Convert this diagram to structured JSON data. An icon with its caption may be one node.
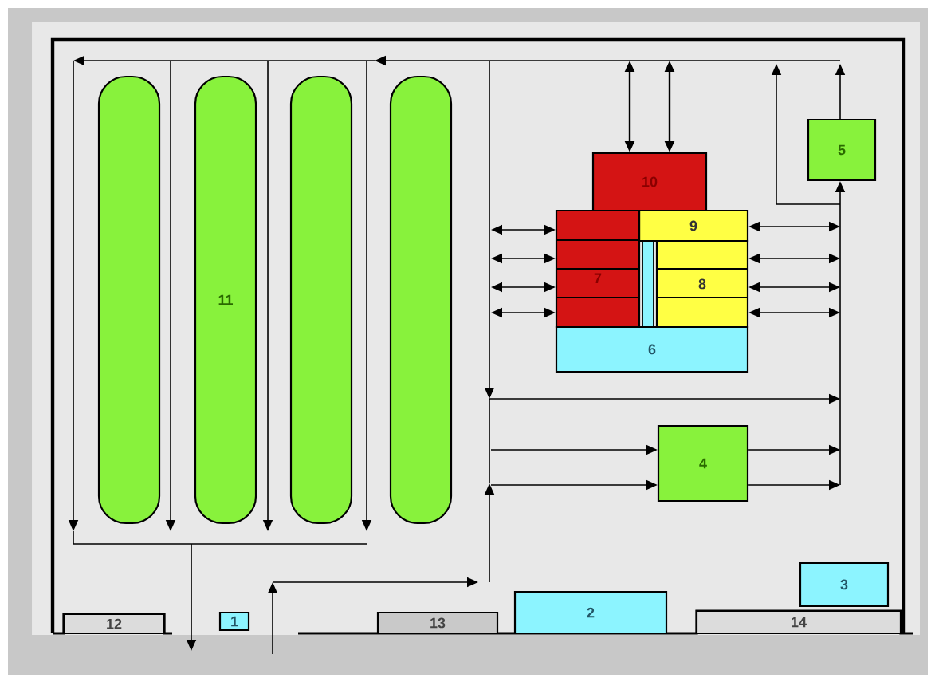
{
  "diagram": {
    "nodes": [
      {
        "text": [],
        "shape": "bar"
      },
      {
        "text": [
          "11"
        ]
      },
      {
        "text": [],
        "shape": "bar"
      },
      {
        "text": [],
        "shape": "bar"
      },
      {
        "text": [
          "10"
        ]
      },
      {
        "text": [
          "9"
        ]
      },
      {
        "text": [
          "5"
        ]
      },
      {
        "text": [
          "7"
        ]
      },
      {
        "text": [
          "8"
        ]
      },
      {
        "text": [
          "6"
        ]
      },
      {
        "text": [
          "4"
        ]
      },
      {
        "text": [
          "3"
        ]
      },
      {
        "text": [
          "1"
        ]
      },
      {
        "text": [
          "12"
        ]
      },
      {
        "text": [
          "13"
        ]
      },
      {
        "text": [
          "2"
        ]
      },
      {
        "text": [
          "14"
        ]
      }
    ],
    "edges": [
      {
        "from": 4,
        "to": null,
        "arrow": "both"
      },
      {
        "from": 4,
        "to": null,
        "arrow": "both"
      },
      {
        "from": null,
        "to": 7,
        "arrow": "both"
      },
      {
        "from": null,
        "to": 7,
        "arrow": "both"
      },
      {
        "from": null,
        "to": 7,
        "arrow": "both"
      },
      {
        "from": null,
        "to": 7,
        "arrow": "both"
      },
      {
        "from": 5,
        "to": null,
        "arrow": "both"
      },
      {
        "from": 8,
        "to": null,
        "arrow": "both"
      },
      {
        "from": 8,
        "to": null,
        "arrow": "both"
      },
      {
        "from": 8,
        "to": null,
        "arrow": "both"
      },
      {
        "from": null,
        "to": 6,
        "arrow": "to"
      },
      {
        "from": 6,
        "to": null,
        "arrow": "to"
      },
      {
        "from": null,
        "to": 10,
        "arrow": "to"
      },
      {
        "from": null,
        "to": 10,
        "arrow": "to"
      },
      {
        "from": 10,
        "to": null,
        "arrow": "to"
      },
      {
        "from": 10,
        "to": null,
        "arrow": "to"
      }
    ]
  }
}
